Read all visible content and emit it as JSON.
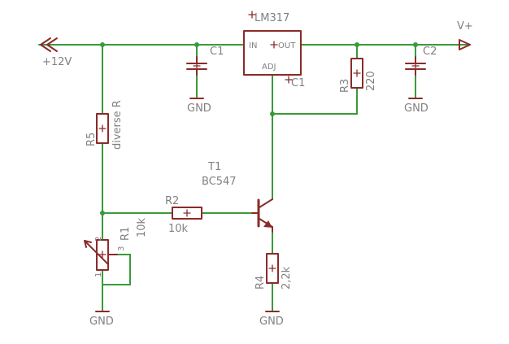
{
  "labels": {
    "lm317_name": "LM317",
    "lm317_in": "IN",
    "lm317_out": "OUT",
    "lm317_adj": "ADJ",
    "lm317_ref": "C1",
    "supply": "+12V",
    "output": "V+",
    "c1": "C1",
    "c2": "C2",
    "gnd": "GND",
    "r3_name": "R3",
    "r3_value": "220",
    "r5_name": "R5",
    "r5_value": "diverse R",
    "r1_name": "R1",
    "r1_value": "10k",
    "r1_pin1": "1",
    "r1_pin2": "2",
    "r1_pin3": "3",
    "r2_name": "R2",
    "r2_value": "10k",
    "t1_name": "T1",
    "t1_value": "BC547",
    "r4_name": "R4",
    "r4_value": "2,2k"
  },
  "colors": {
    "wire": "#3a9a3a",
    "part": "#8b2a2a",
    "label": "#808080"
  }
}
